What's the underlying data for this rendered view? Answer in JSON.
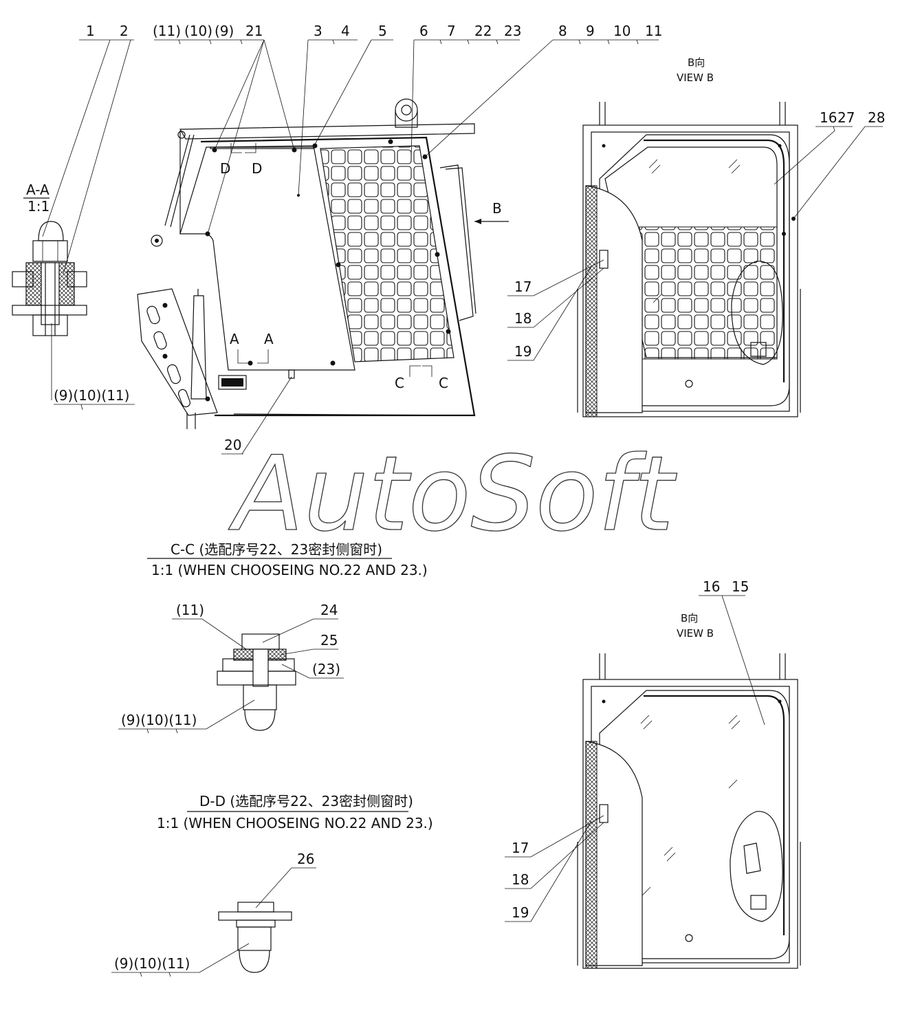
{
  "watermark": "AutoSoft",
  "view_b": {
    "title_cn": "B向",
    "title_en": "VIEW B",
    "arrow_label": "B"
  },
  "section_aa": {
    "title": "A-A",
    "scale": "1:1",
    "bottom_label": "(9)(10)(11)"
  },
  "section_cc": {
    "title": "C-C (选配序号22、23密封侧窗时)",
    "subtitle": "1:1 (WHEN CHOOSEING NO.22 AND 23.)",
    "labels": [
      "(11)",
      "24",
      "25",
      "(23)",
      "(9)(10)(11)"
    ]
  },
  "section_dd": {
    "title": "D-D (选配序号22、23密封侧窗时)",
    "subtitle": "1:1 (WHEN CHOOSEING NO.22 AND 23.)",
    "labels": [
      "26",
      "(9)(10)(11)"
    ]
  },
  "main_view": {
    "top_callouts": [
      "1",
      "2",
      "(11)",
      "(10)",
      "(9)",
      "21",
      "3",
      "4",
      "5",
      "6",
      "7",
      "22",
      "23",
      "8",
      "9",
      "10",
      "11"
    ],
    "section_markers": [
      "D",
      "D",
      "A",
      "A",
      "C",
      "C"
    ],
    "bottom_callout": "20"
  },
  "view_b_top": {
    "callouts": [
      "16",
      "27",
      "28",
      "17",
      "18",
      "19"
    ]
  },
  "view_b_bottom": {
    "callouts": [
      "16",
      "15",
      "17",
      "18",
      "19"
    ]
  }
}
